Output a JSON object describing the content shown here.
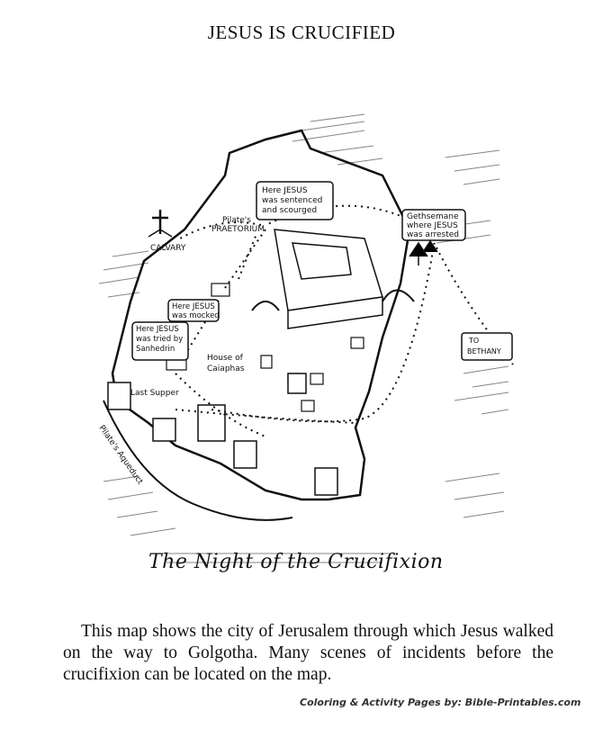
{
  "page": {
    "title": "JESUS IS CRUCIFIED",
    "caption": "The Night of the Crucifixion",
    "description": "This map shows the city of Jerusalem through which Jesus walked on the way to Golgotha. Many scenes of incidents before the crucifixion can be located on the map.",
    "credit": "Coloring & Activity Pages by: Bible-Printables.com"
  },
  "map": {
    "labels": {
      "calvary": "CALVARY",
      "praetorium_1": "Pilate's",
      "praetorium_2": "PRAETORIUM",
      "sentenced_1": "Here JESUS",
      "sentenced_2": "was sentenced",
      "sentenced_3": "and scourged",
      "gethsemane_1": "Gethsemane",
      "gethsemane_2": "where JESUS",
      "gethsemane_3": "was arrested",
      "mocked_1": "Here JESUS",
      "mocked_2": "was mocked",
      "tried_1": "Here JESUS",
      "tried_2": "was tried by",
      "tried_3": "Sanhedrin",
      "caiaphas_1": "House of",
      "caiaphas_2": "Caiaphas",
      "last_supper": "Last Supper",
      "bethany_1": "TO",
      "bethany_2": "BETHANY",
      "aqueduct": "Pilate's Aqueduct"
    }
  }
}
